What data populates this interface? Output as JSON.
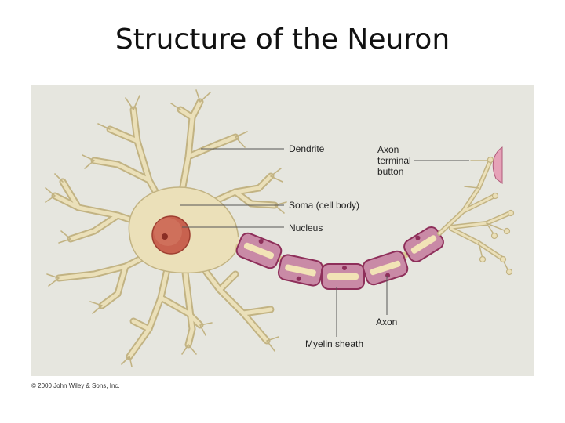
{
  "slide": {
    "title": "Structure of the Neuron"
  },
  "diagram": {
    "labels": {
      "dendrite": "Dendrite",
      "axon_terminal_line1": "Axon",
      "axon_terminal_line2": "terminal",
      "axon_terminal_line3": "button",
      "soma": "Soma (cell body)",
      "nucleus": "Nucleus",
      "axon": "Axon",
      "myelin_sheath": "Myelin sheath"
    },
    "copyright": "© 2000 John Wiley & Sons, Inc.",
    "colors": {
      "background": "#e6e6df",
      "cell_body": "#ebe0b9",
      "cell_outline": "#c2b383",
      "nucleus": "#c8624f",
      "myelin": "#c98aa6",
      "myelin_outline": "#8e2f5a",
      "axon_core": "#f2e3b6"
    }
  }
}
